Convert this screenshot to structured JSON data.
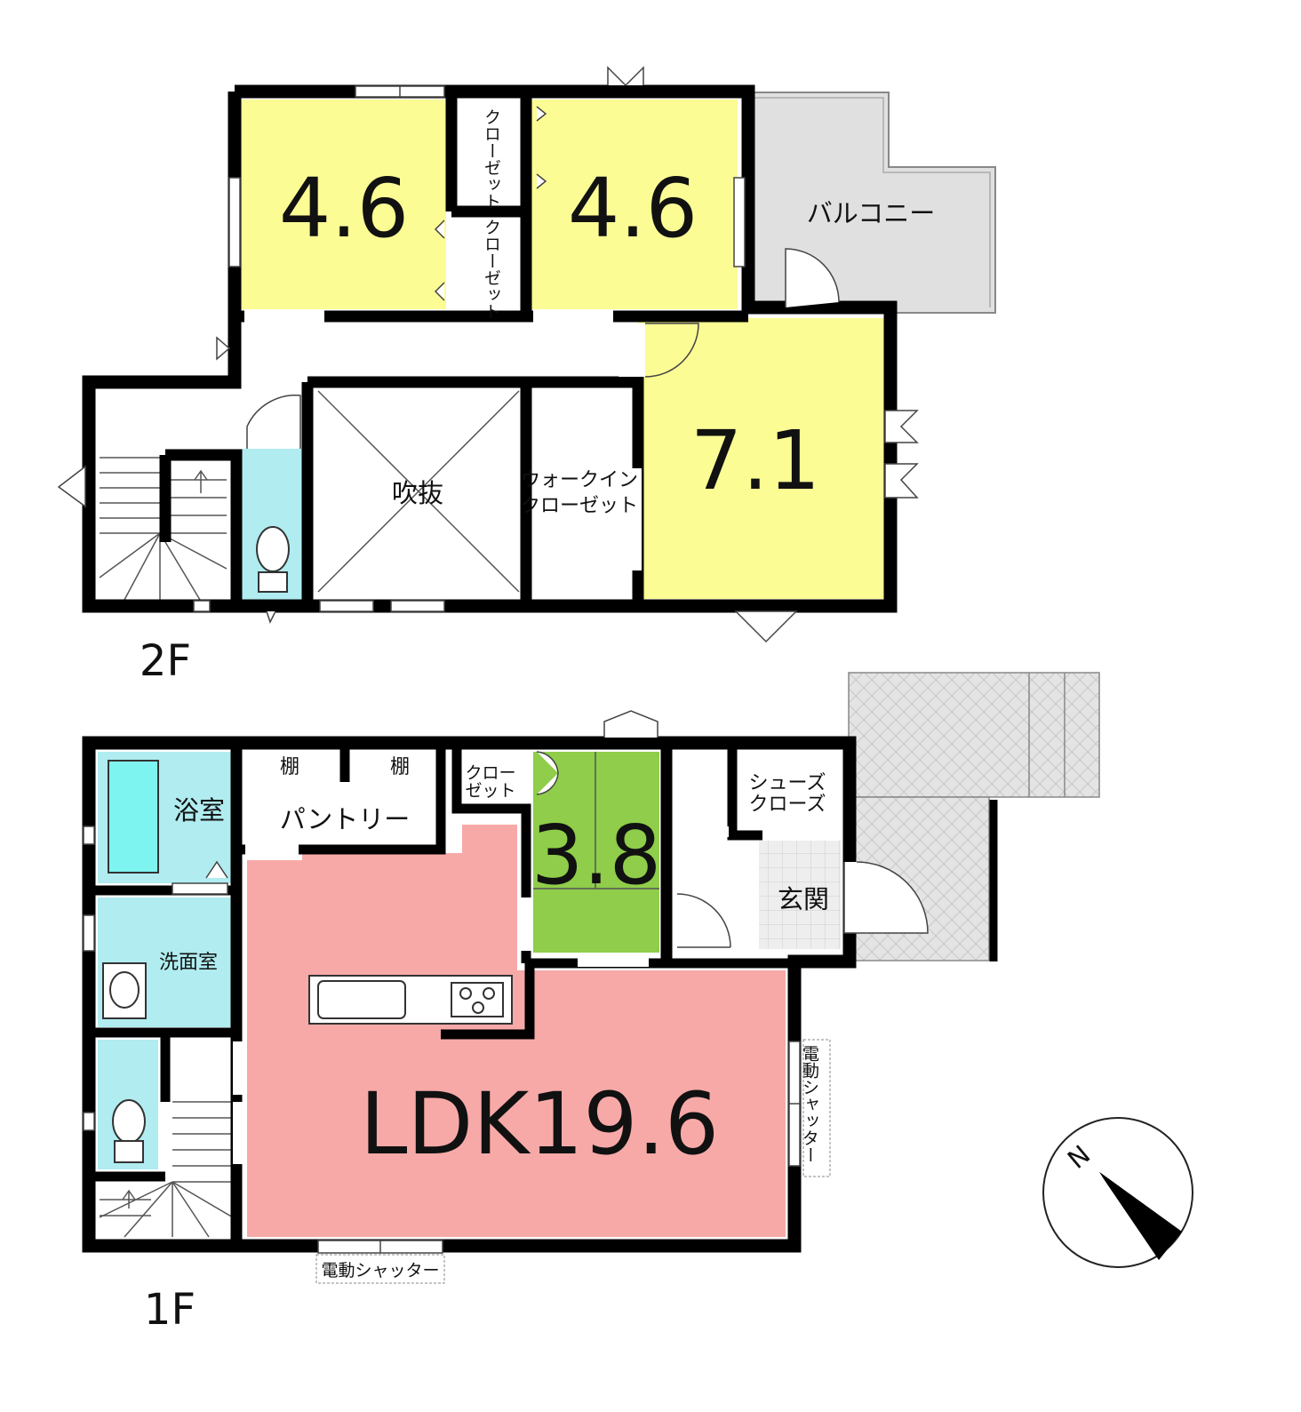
{
  "colors": {
    "wall": "#000000",
    "bedroom": "#fcfc95",
    "ldk": "#f7a9a8",
    "tatami": "#8fcd4a",
    "water": "#b0ecf0",
    "tub": "#7ef4f0",
    "balcony": "#e0e0e0",
    "porch": "#e4e4e4",
    "open": "#ffffff"
  },
  "floors": {
    "second": {
      "label": "2F",
      "rooms": {
        "bedroom_west": "4.6",
        "bedroom_east": "4.6",
        "bedroom_south": "7.1",
        "void": "吹抜",
        "closet_upper": "クローゼット",
        "closet_lower": "クローゼット",
        "walk_in_line1": "ウォークイン",
        "walk_in_line2": "クローゼット",
        "balcony": "バルコニー"
      }
    },
    "first": {
      "label": "1F",
      "rooms": {
        "ldk": "LDK19.6",
        "tatami": "3.8",
        "bath": "浴室",
        "washroom": "洗面室",
        "pantry": "パントリー",
        "shelf_left": "棚",
        "shelf_right": "棚",
        "closet_line1": "クロー",
        "closet_line2": "ゼット",
        "shoes_line1": "シューズ",
        "shoes_line2": "クローズ",
        "entrance": "玄関"
      },
      "notes": {
        "shutter_south": "電動シャッター",
        "shutter_east": "電動シャッター"
      }
    }
  },
  "compass": {
    "letter": "N"
  }
}
